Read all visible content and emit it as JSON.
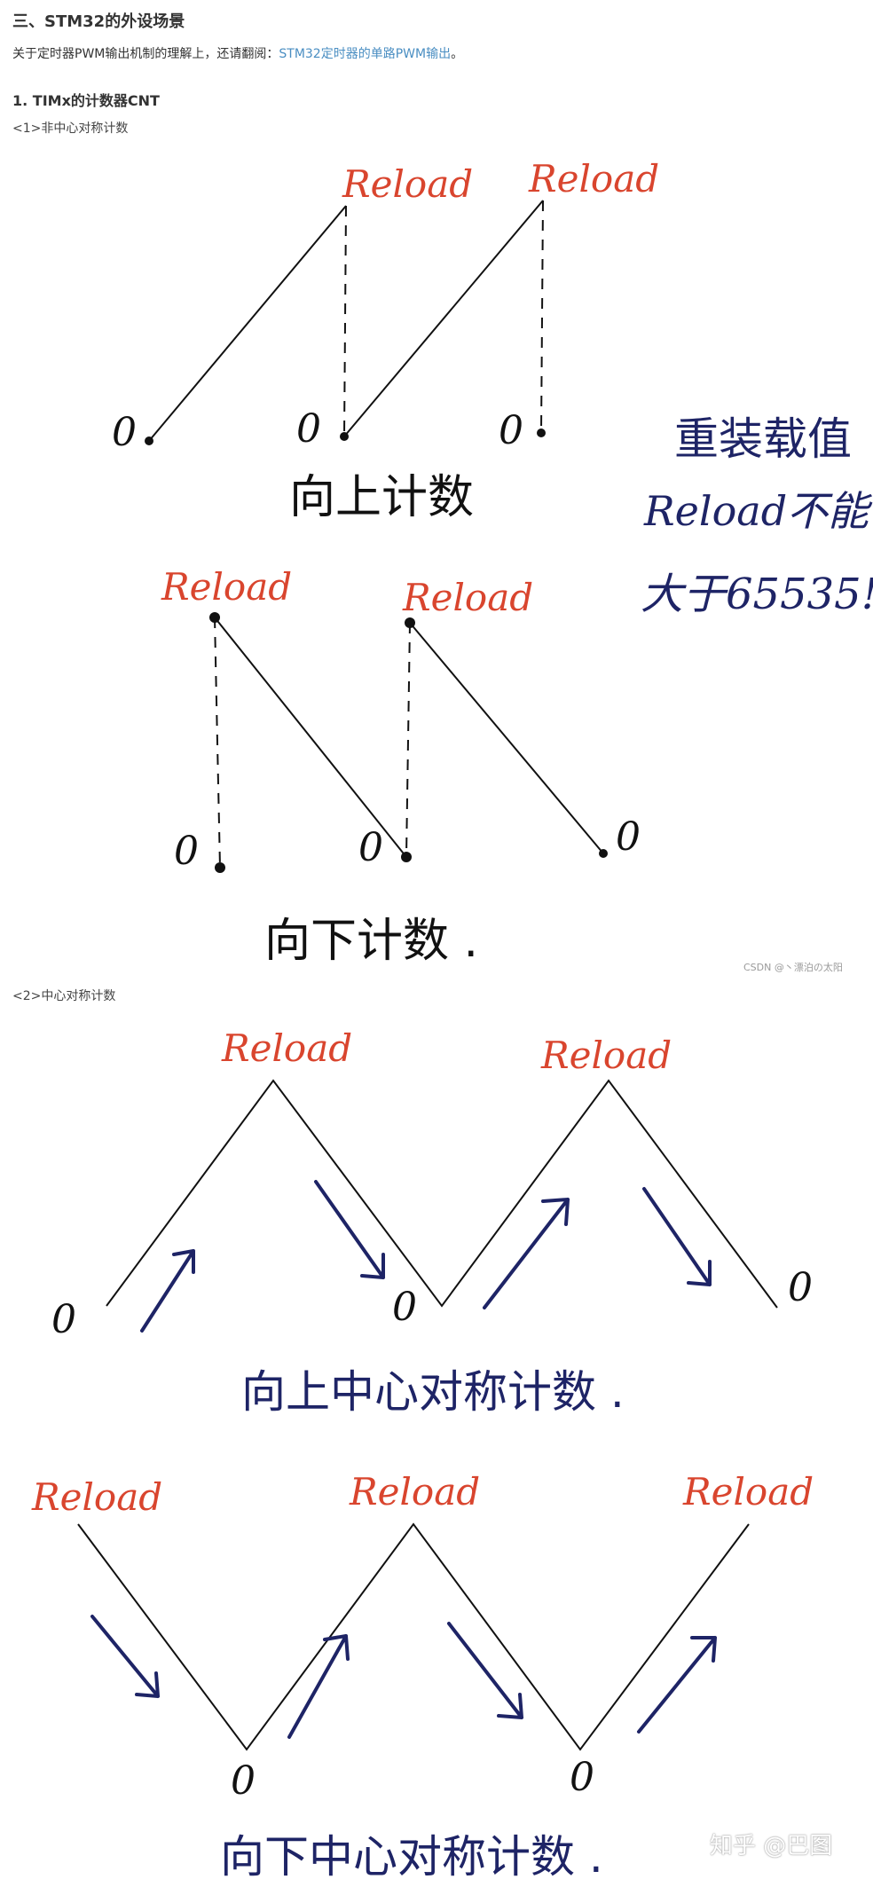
{
  "section_title": "三、STM32的外设场景",
  "intro": {
    "prefix": "关于定时器PWM输出机制的理解上，还请翻阅：",
    "link": "STM32定时器的单路PWM输出",
    "suffix": "。"
  },
  "subsection_title": "1. TIMx的计数器CNT",
  "label_non_center": "<1>非中心对称计数",
  "label_center": "<2>中心对称计数",
  "watermark": "CSDN @丶漂泊の太阳",
  "zhihu_watermark": "知乎 @巴图",
  "drawing": {
    "reload": "Reload",
    "zero": "0",
    "up_count": "向上计数",
    "down_count": "向下计数 .",
    "note_line1": "重装载值",
    "note_line2": "Reload不能",
    "note_line3": "大于65535!",
    "center_up": "向上中心对称计数 .",
    "center_down": "向下中心对称计数 .",
    "colors": {
      "reload": "#d9452e",
      "note": "#1e2466",
      "line": "#111111"
    }
  }
}
